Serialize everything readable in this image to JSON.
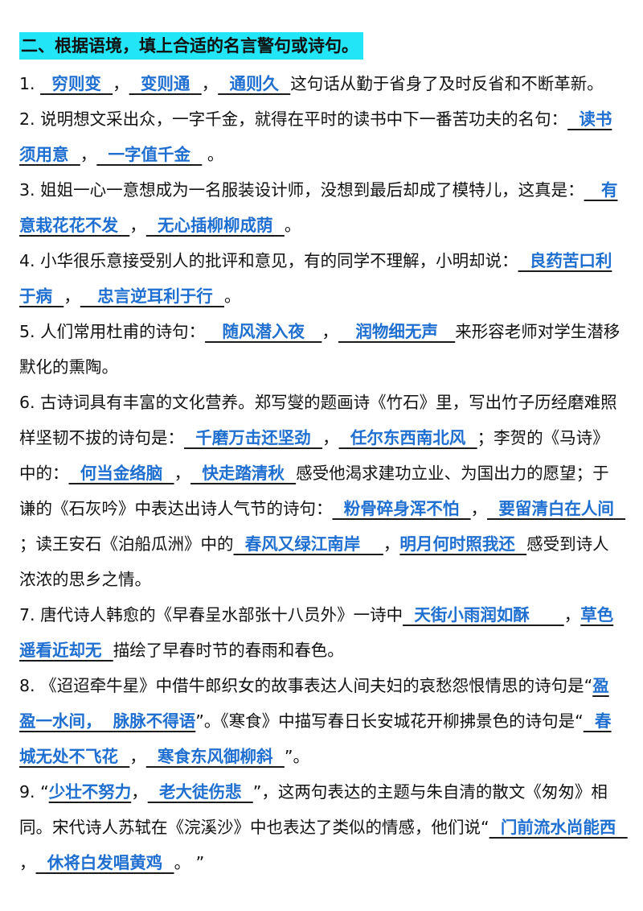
{
  "heading": "二、根据语境，填上合适的名言警句或诗句。",
  "questions": [
    {
      "parts": [
        {
          "t": "1. "
        },
        {
          "a": "  穷则变  "
        },
        {
          "t": "，"
        },
        {
          "a": "  变则通  "
        },
        {
          "t": "，"
        },
        {
          "a": "  通则久  "
        },
        {
          "t": "这句话从勤于省身了及时反省和不断革新。"
        }
      ]
    },
    {
      "parts": [
        {
          "t": "2. 说明想文采出众，一字千金，就得在平时的读书中下一番苦功夫的名句："
        },
        {
          "a": "  读书须用意  "
        },
        {
          "t": "，"
        },
        {
          "a": "  一字值千金  "
        },
        {
          "t": " 。"
        }
      ]
    },
    {
      "parts": [
        {
          "t": "3. 姐姐一心一意想成为一名服装设计师，没想到最后却成了模特儿，这真是："
        },
        {
          "a": "   有意栽花花不发  "
        },
        {
          "t": "，"
        },
        {
          "a": "  无心插柳柳成荫  "
        },
        {
          "t": "。"
        }
      ]
    },
    {
      "parts": [
        {
          "t": "4. 小华很乐意接受别人的批评和意见，有的同学不理解，小明却说："
        },
        {
          "a": "  良药苦口利于病  "
        },
        {
          "t": "，"
        },
        {
          "a": "   忠言逆耳利于行  "
        },
        {
          "t": "。"
        }
      ]
    },
    {
      "parts": [
        {
          "t": "5. 人们常用杜甫的诗句："
        },
        {
          "a": "   随风潜入夜   "
        },
        {
          "t": "，"
        },
        {
          "a": "   润物细无声   "
        },
        {
          "t": "来形容老师对学生潜移默化的熏陶。"
        }
      ]
    },
    {
      "parts": [
        {
          "t": "6. 古诗词具有丰富的文化营养。郑写燮的题画诗《竹石》里，写出竹子历经磨难照样坚韧不拔的诗句是："
        },
        {
          "a": "  千磨万击还坚劲  "
        },
        {
          "t": "，"
        },
        {
          "a": "  任尔东西南北风  "
        },
        {
          "t": "；李贺的《马诗》中的："
        },
        {
          "a": "  何当金络脑  "
        },
        {
          "t": "，"
        },
        {
          "a": "  快走踏清秋  "
        },
        {
          "t": "感受他渴求建功立业、为国出力的愿望；于谦的《石灰吟》中表达出诗人气节的诗句："
        },
        {
          "a": "  粉骨碎身浑不怕  "
        },
        {
          "t": "，"
        },
        {
          "a": "  要留清白在人间  "
        },
        {
          "t": "；读王安石《泊船瓜洲》中的"
        },
        {
          "a": "  春风又绿江南岸    "
        },
        {
          "t": "，"
        },
        {
          "a": "明月何时照我还  "
        },
        {
          "t": "感受到诗人浓浓的思乡之情。"
        }
      ]
    },
    {
      "parts": [
        {
          "t": "7. 唐代诗人韩愈的《早春呈水部张十八员外》一诗中"
        },
        {
          "a": "  天街小雨润如酥      "
        },
        {
          "t": "，"
        },
        {
          "a": "草色遥看近却无  "
        },
        {
          "t": "描绘了早春时节的春雨和春色。"
        }
      ]
    },
    {
      "parts": [
        {
          "t": "8. 《迢迢牵牛星》中借牛郎织女的故事表达人间夫妇的哀愁怨恨情思的诗句是“"
        },
        {
          "a": "盈盈一水间，  脉脉不得语"
        },
        {
          "t": "”。《寒食》中描写春日长安城花开柳拂景色的诗句是“"
        },
        {
          "a": "  春城无处不飞花  "
        },
        {
          "t": "，"
        },
        {
          "a": "  寒食东风御柳斜  "
        },
        {
          "t": "”。"
        }
      ]
    },
    {
      "parts": [
        {
          "t": "9. “"
        },
        {
          "a": "少壮不努力"
        },
        {
          "t": "，"
        },
        {
          "a": "  老大徒伤悲  "
        },
        {
          "t": "”，这两句表达的主题与朱自清的散文《匆匆》相同。宋代诗人苏轼在《浣溪沙》中也表达了类似的情感，他们说“"
        },
        {
          "a": "  门前流水尚能西  "
        },
        {
          "t": "，"
        },
        {
          "a": "  休将白发唱黄鸡  "
        },
        {
          "t": "。 ”"
        }
      ]
    }
  ]
}
